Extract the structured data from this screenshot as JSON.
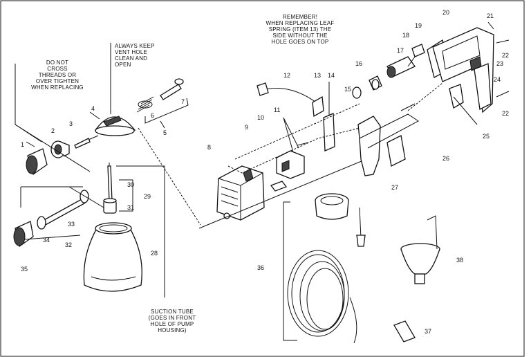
{
  "notes": {
    "threads": [
      "DO NOT",
      "CROSS",
      "THREADS OR",
      "OVER TIGHTEN",
      "WHEN REPLACING"
    ],
    "vent": [
      "ALWAYS KEEP",
      "VENT HOLE",
      "CLEAN AND",
      "OPEN"
    ],
    "spring": [
      "REMEMBER!",
      "WHEN REPLACING LEAF",
      "SPRING (ITEM 13) THE",
      "SIDE WITHOUT THE",
      "HOLE GOES ON TOP"
    ],
    "suction": [
      "SUCTION TUBE",
      "(GOES IN FRONT",
      "HOLE OF PUMP",
      "HOUSING)"
    ]
  },
  "callouts": [
    "1",
    "2",
    "3",
    "4",
    "5",
    "6",
    "7",
    "8",
    "9",
    "10",
    "11",
    "12",
    "13",
    "14",
    "15",
    "16",
    "17",
    "18",
    "19",
    "20",
    "21",
    "22",
    "22",
    "23",
    "24",
    "25",
    "26",
    "27",
    "28",
    "29",
    "30",
    "31",
    "32",
    "33",
    "34",
    "35",
    "36",
    "37",
    "38"
  ]
}
